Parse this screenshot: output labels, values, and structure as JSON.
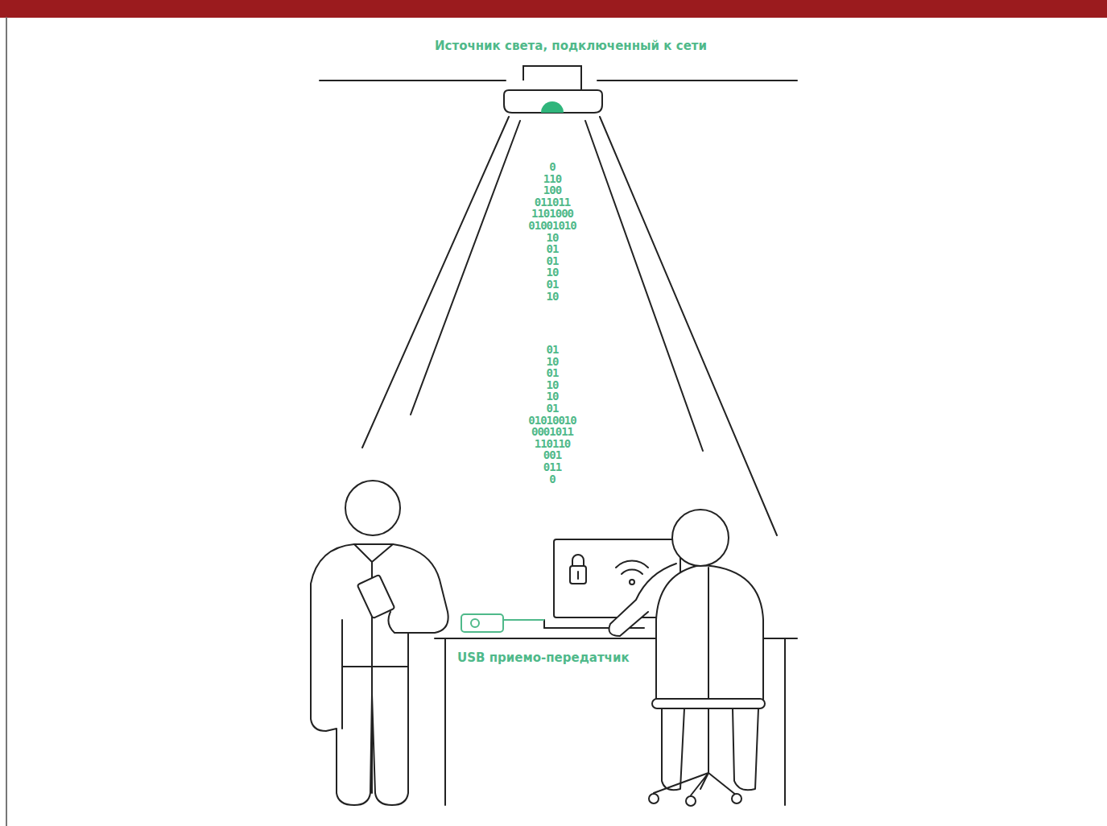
{
  "diagram": {
    "nodes": [
      {
        "text": [
          "Источник света, подключенный к сети"
        ]
      },
      {
        "text": [
          "USB приемо-передатчик"
        ]
      }
    ],
    "labels": [
      "0",
      "110",
      "100",
      "011011",
      "1101000",
      "01001010",
      "10",
      "01",
      "01",
      "10",
      "01",
      "10",
      "01",
      "10",
      "01",
      "10",
      "10",
      "01",
      "01010010",
      "0001011",
      "110110",
      "001",
      "011",
      "0"
    ]
  }
}
